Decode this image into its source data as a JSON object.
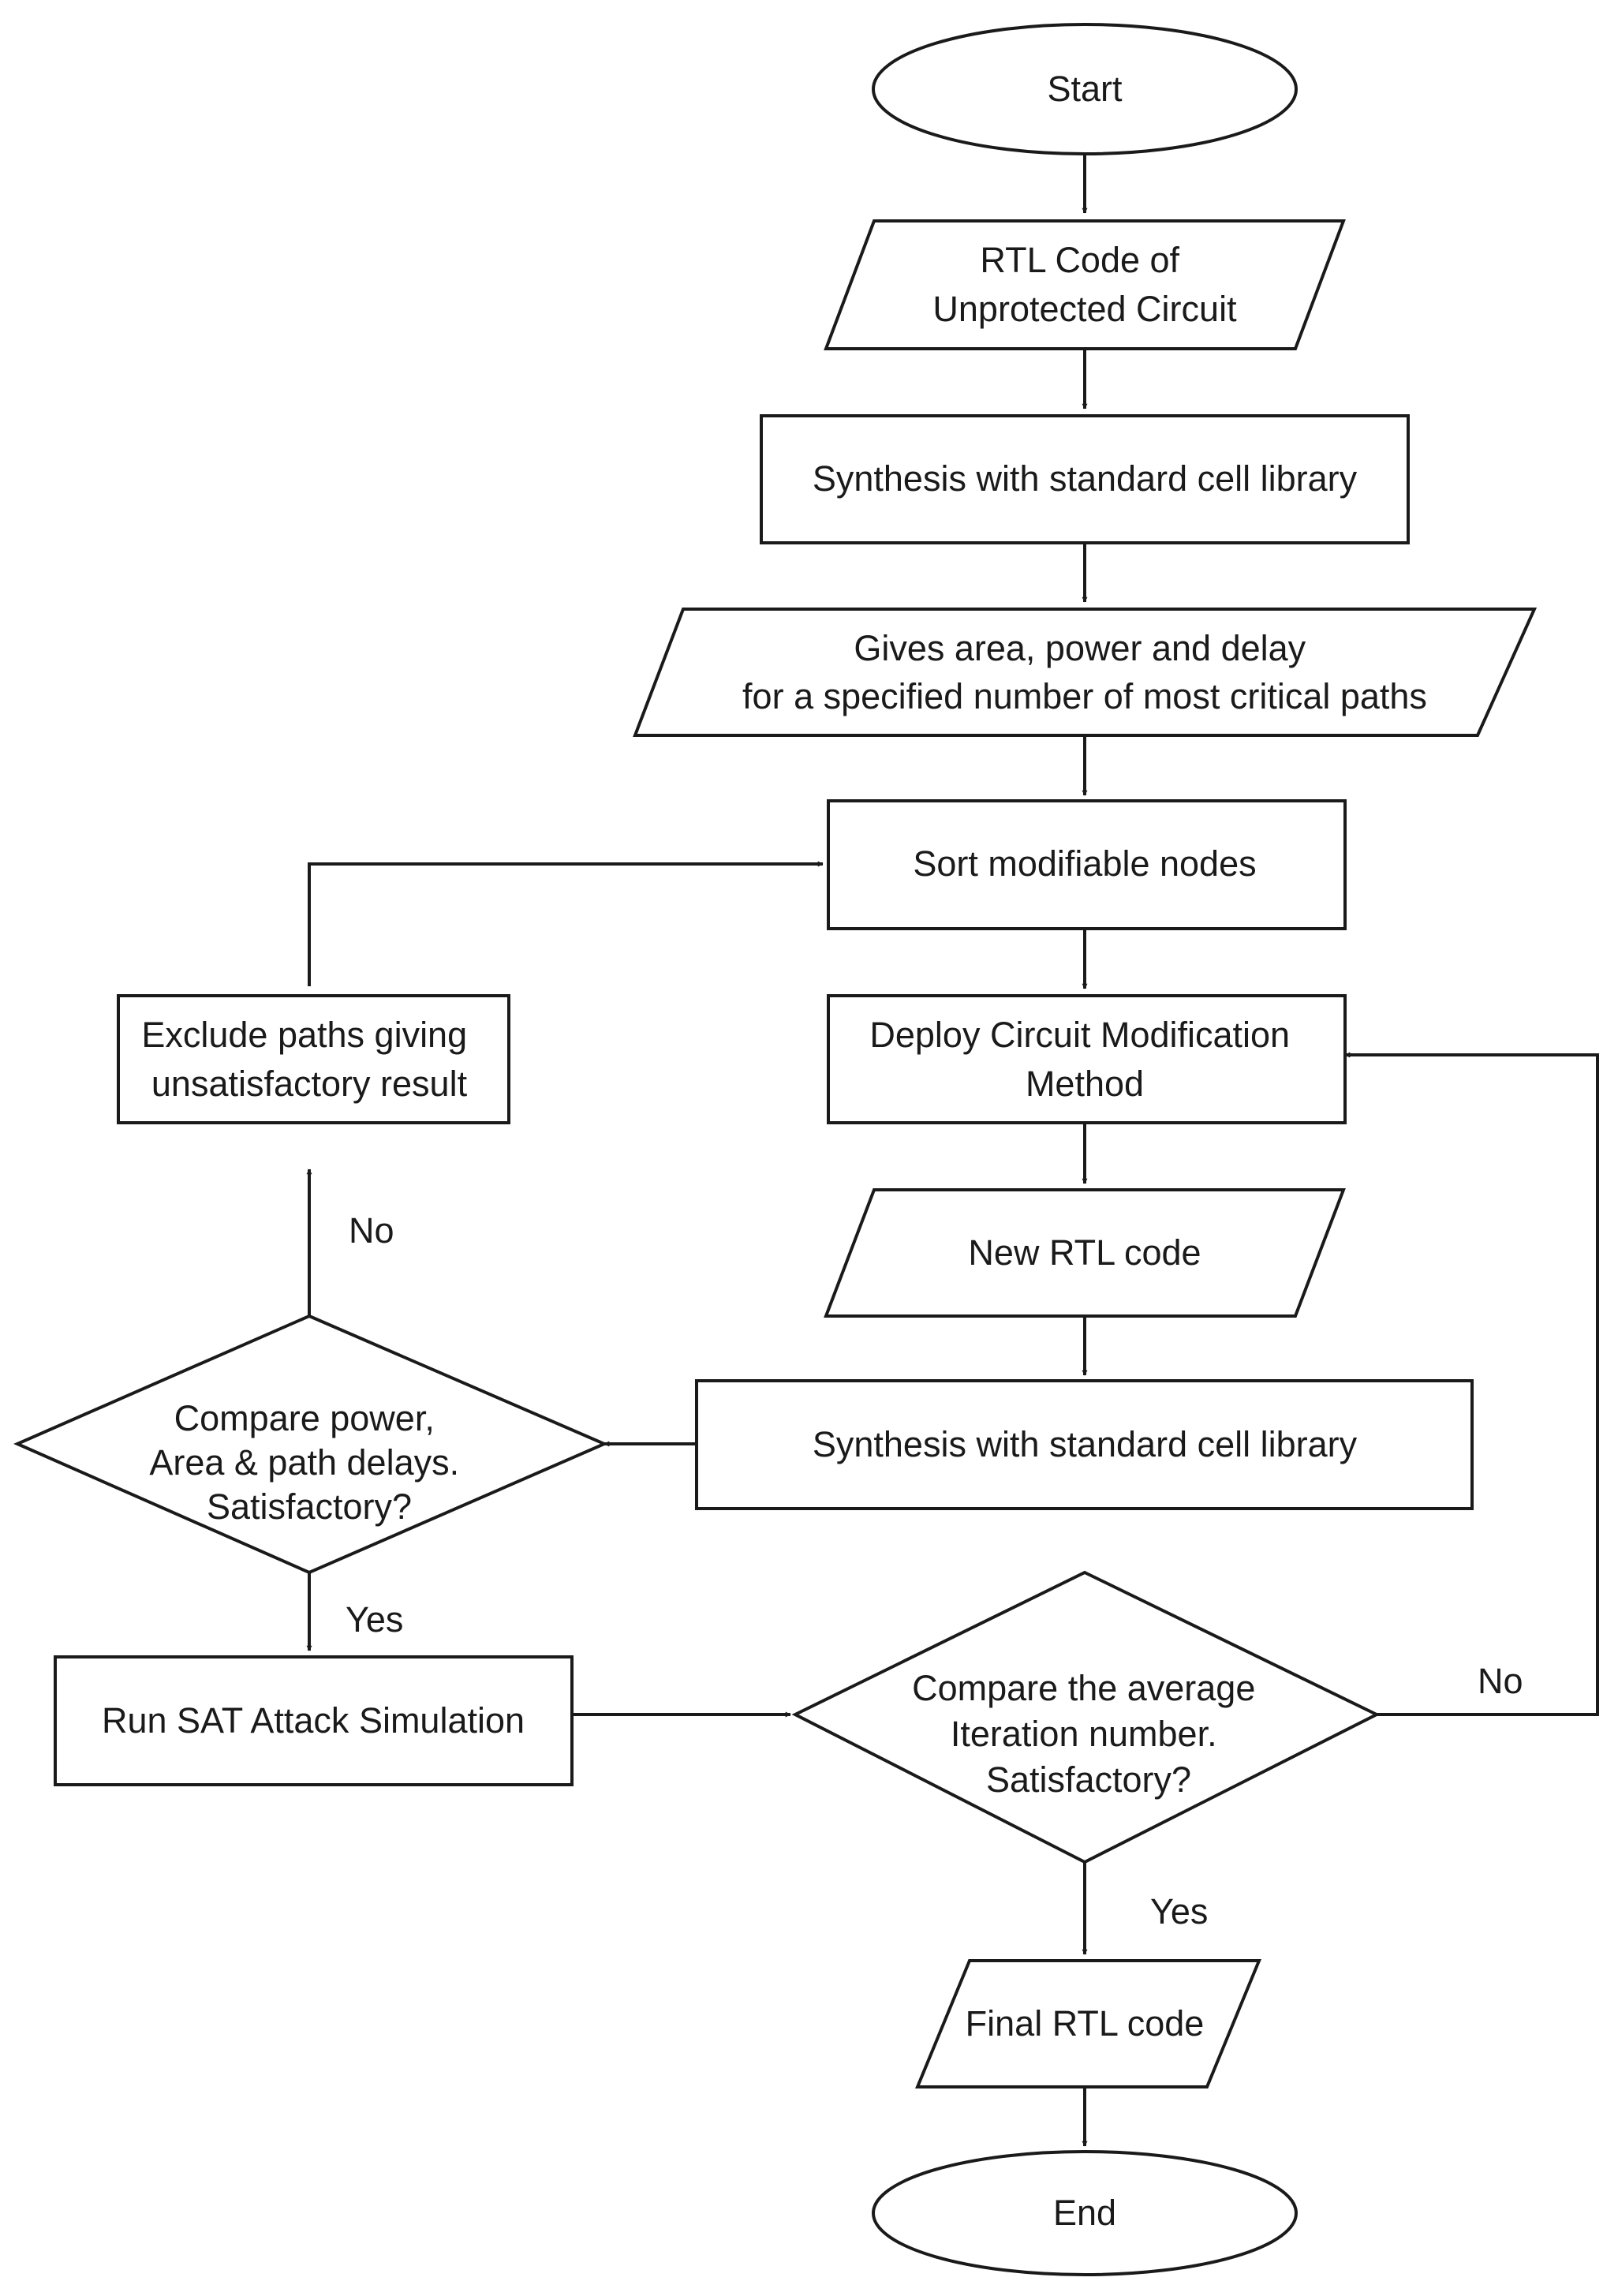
{
  "nodes": {
    "start": [
      "Start"
    ],
    "rtl_unprotected": [
      "RTL Code of",
      "Unprotected Circuit"
    ],
    "synthesis_1": [
      "Synthesis with standard cell library"
    ],
    "gives_area": [
      "Gives area, power and delay",
      "for a specified number of most critical paths"
    ],
    "sort_nodes": [
      "Sort modifiable nodes"
    ],
    "deploy_method": [
      "Deploy Circuit Modification",
      "Method"
    ],
    "new_rtl": [
      "New RTL code"
    ],
    "synthesis_2": [
      "Synthesis with standard cell library"
    ],
    "compare_power": [
      "Compare power,",
      "Area & path delays.",
      "Satisfactory?"
    ],
    "exclude_paths": [
      "Exclude paths giving",
      "unsatisfactory result"
    ],
    "run_sat": [
      "Run SAT Attack Simulation"
    ],
    "compare_iteration": [
      "Compare the average",
      "Iteration number.",
      "Satisfactory?"
    ],
    "final_rtl": [
      "Final RTL code"
    ],
    "end": [
      "End"
    ]
  },
  "edge_labels": {
    "power_no": "No",
    "power_yes": "Yes",
    "iteration_no": "No",
    "iteration_yes": "Yes"
  }
}
